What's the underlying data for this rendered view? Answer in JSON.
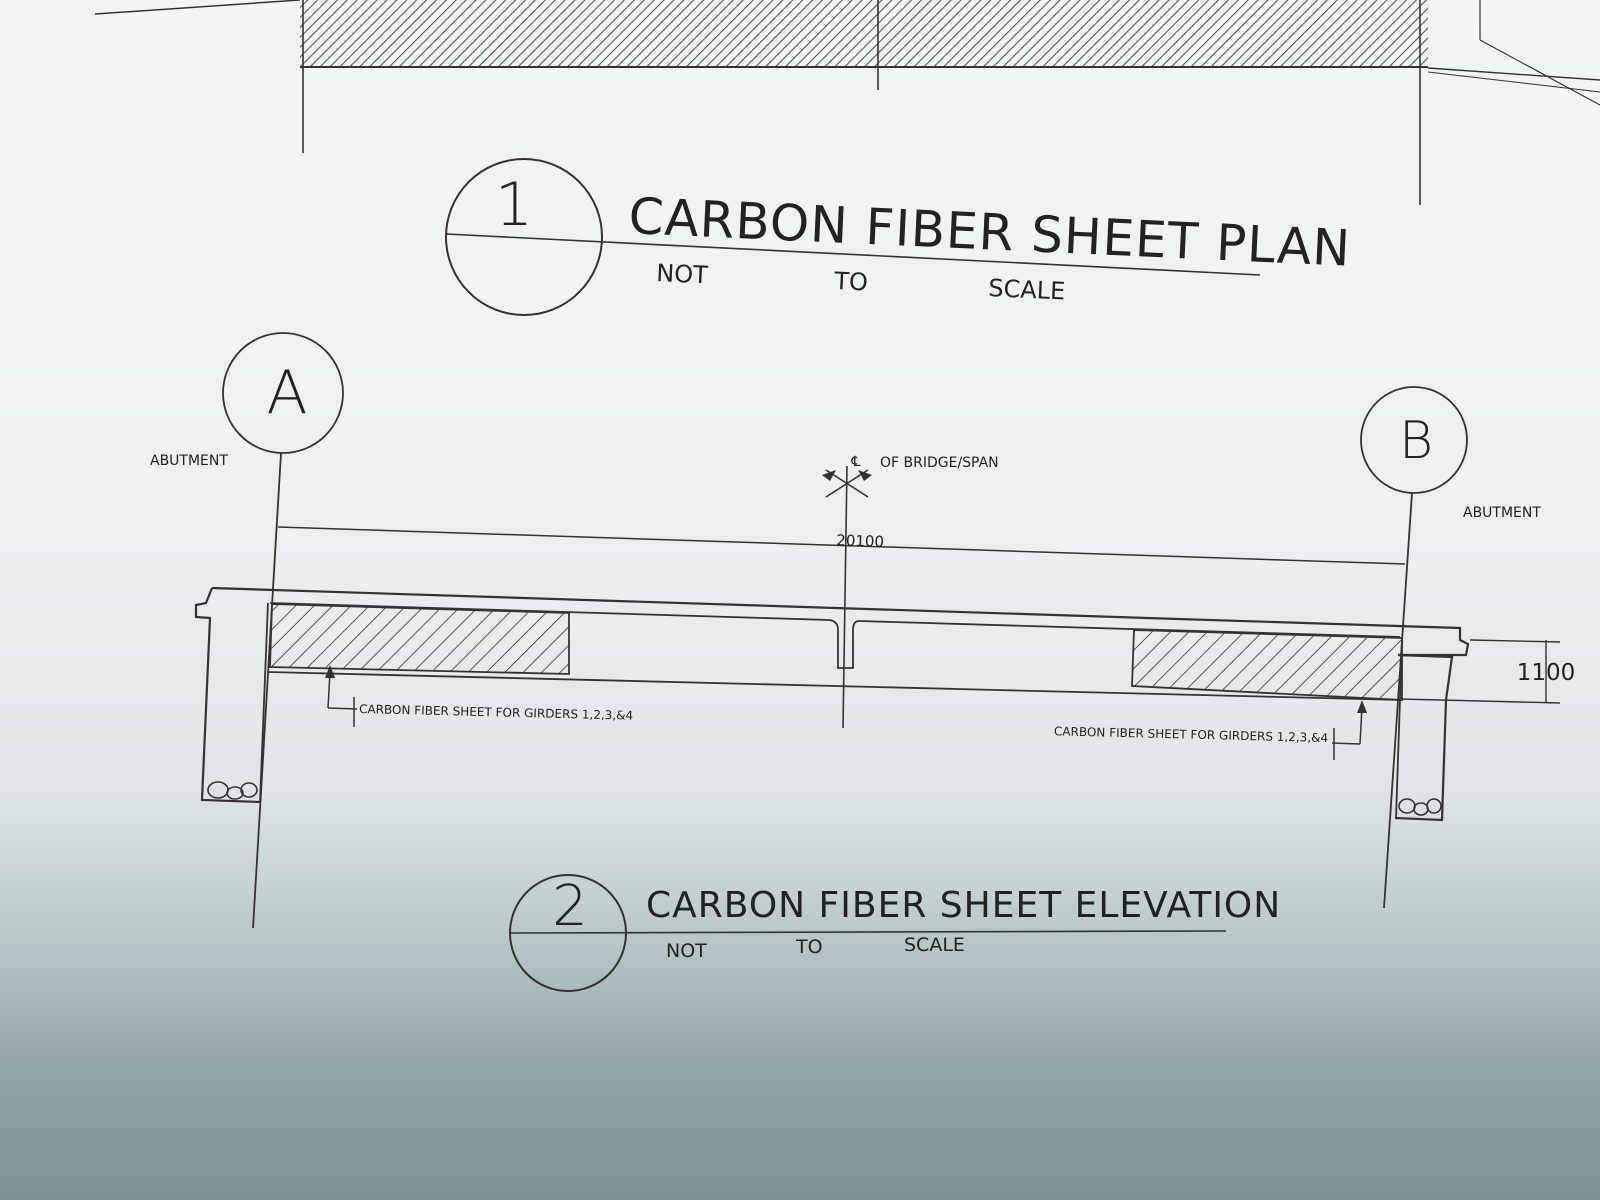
{
  "plan_view": {
    "number": "1",
    "title": "CARBON FIBER SHEET PLAN",
    "scale_words": [
      "NOT",
      "TO",
      "SCALE"
    ]
  },
  "elevation_view": {
    "number": "2",
    "title": "CARBON FIBER SHEET ELEVATION",
    "scale_words": [
      "NOT",
      "TO",
      "SCALE"
    ]
  },
  "grid_left": {
    "label": "A",
    "note": "ABUTMENT"
  },
  "grid_right": {
    "label": "B",
    "note": "ABUTMENT"
  },
  "centerline": {
    "symbol": "℄",
    "note": "OF BRIDGE/SPAN"
  },
  "dimensions": {
    "span": "20100",
    "depth": "1100"
  },
  "callouts": {
    "left": "CARBON FIBER SHEET FOR GIRDERS 1,2,3,&4",
    "right": "CARBON FIBER SHEET FOR GIRDERS 1,2,3,&4"
  },
  "colors": {
    "ink": "#333333",
    "paper": "#f2f4f5"
  }
}
